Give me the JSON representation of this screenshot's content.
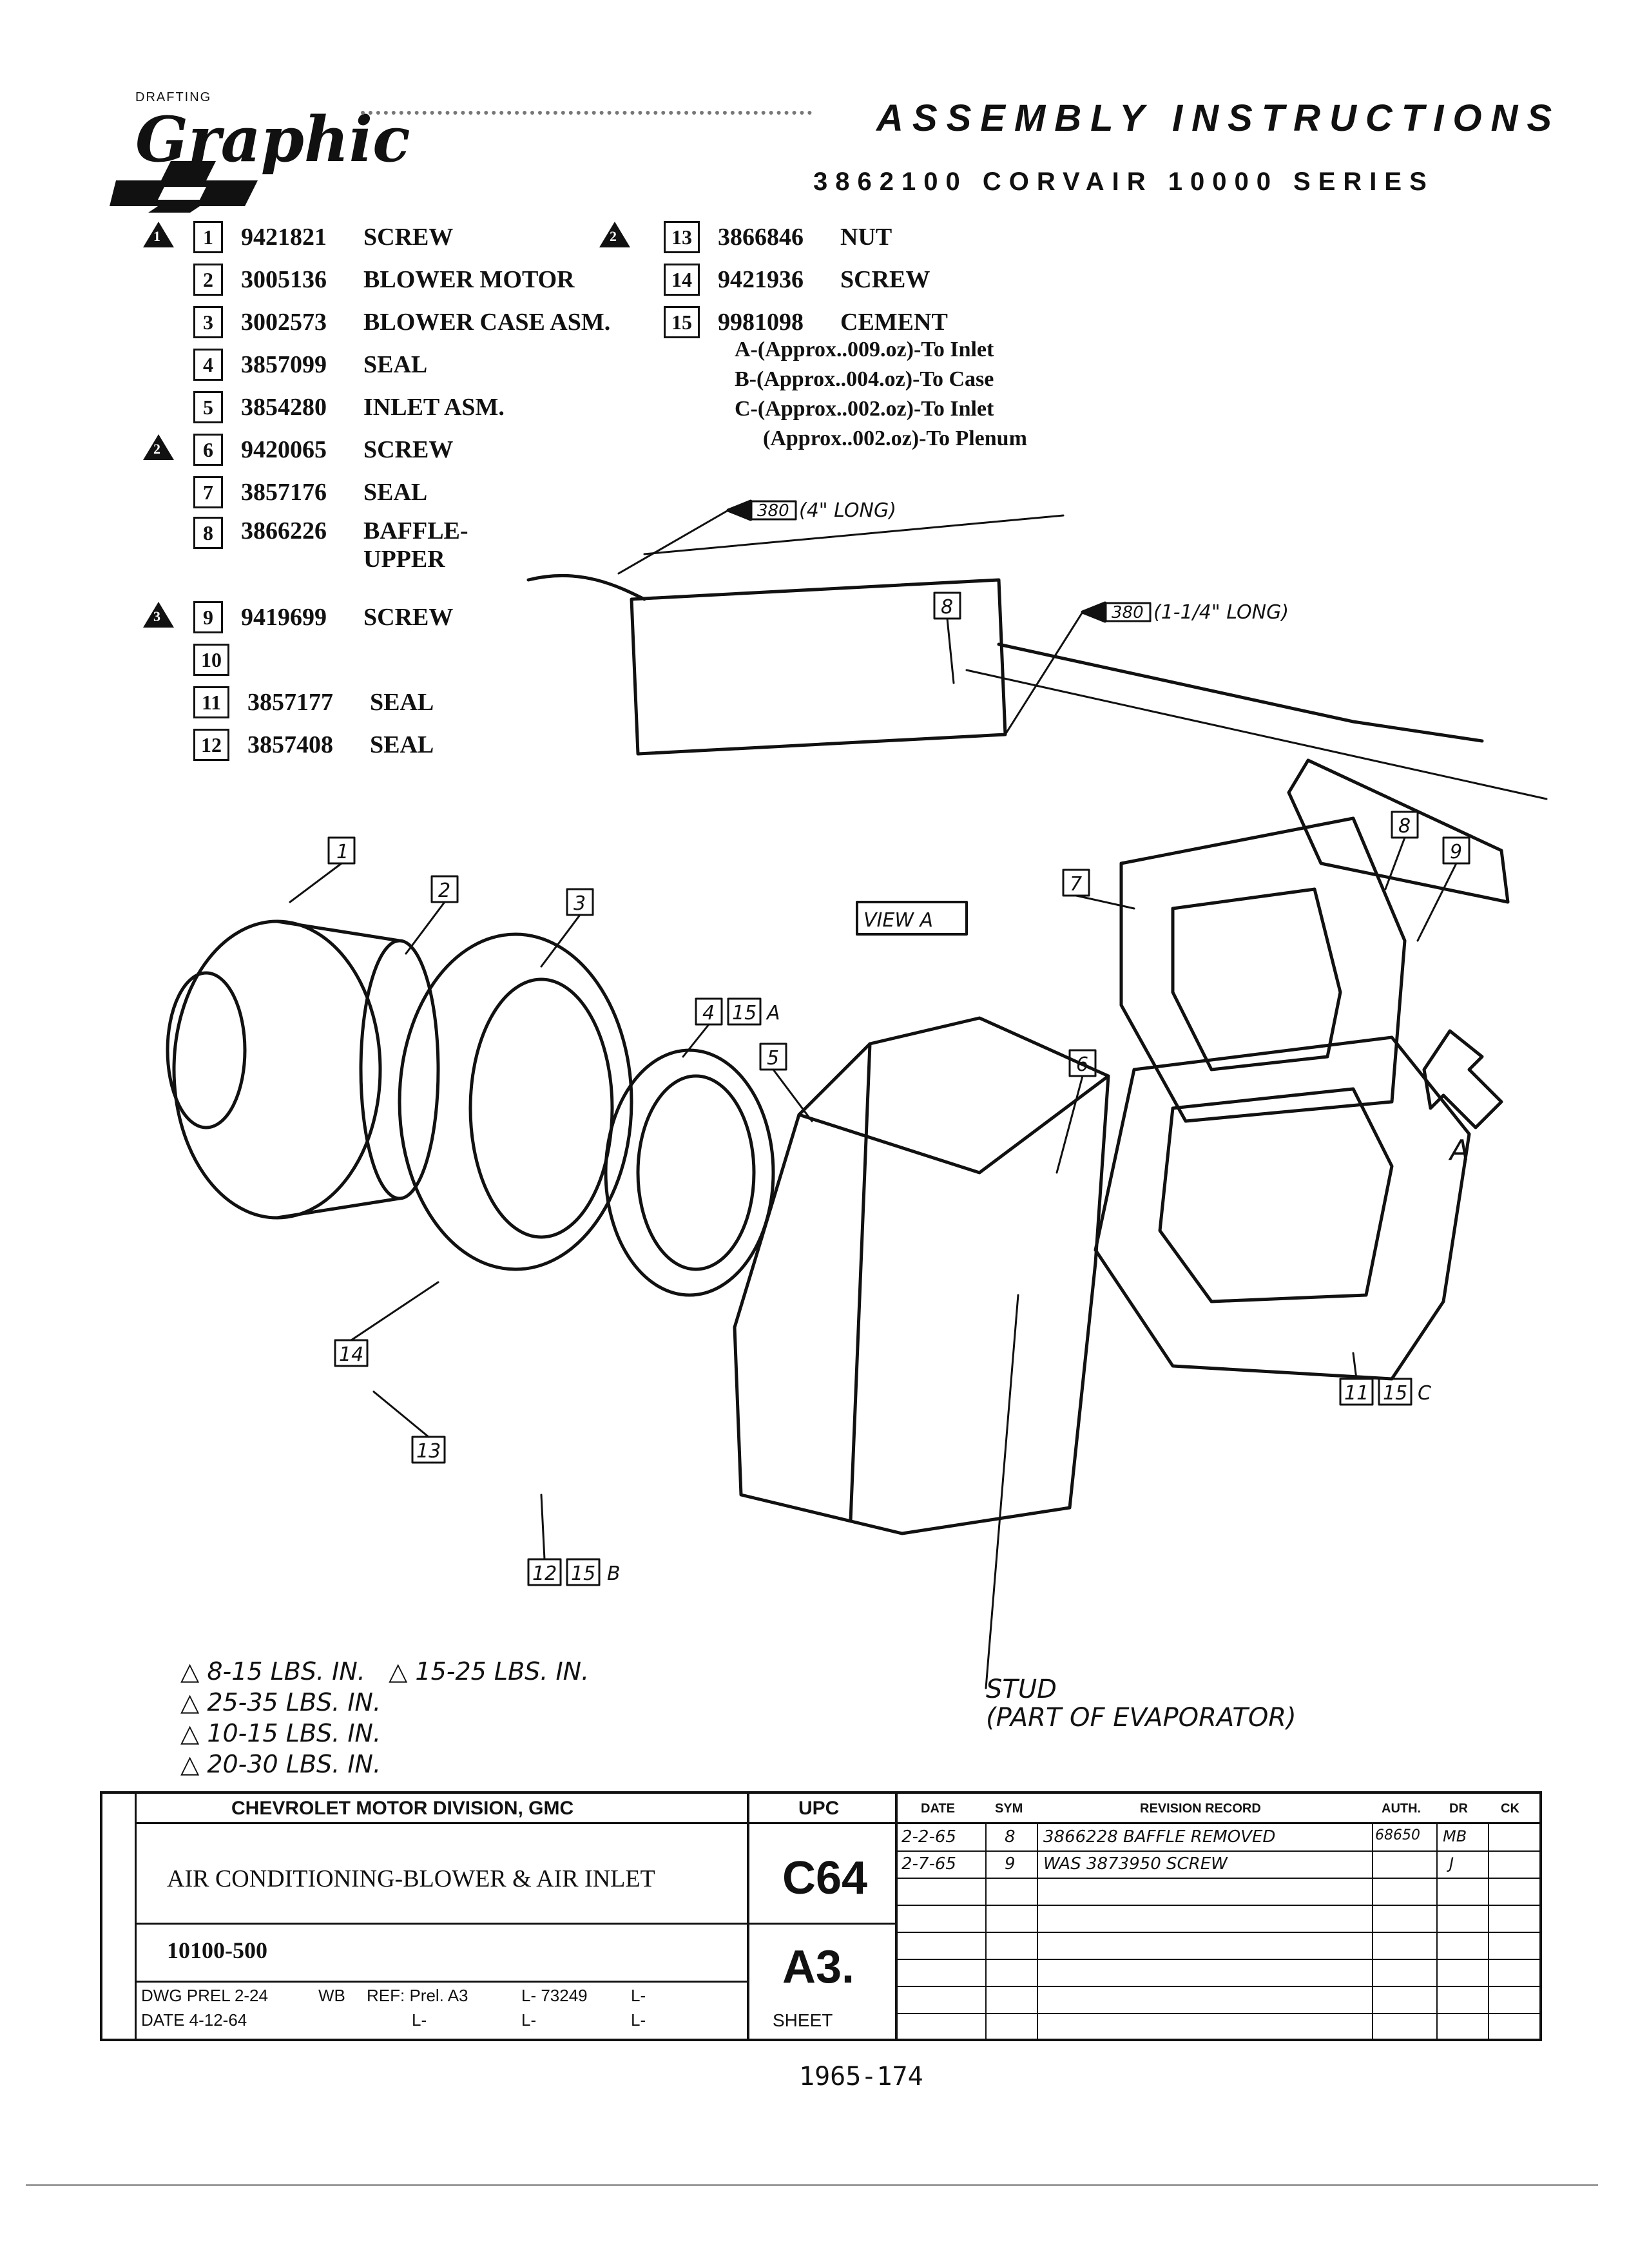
{
  "header": {
    "logo_small": "DRAFTING",
    "logo_word": "Graphic",
    "title": "ASSEMBLY INSTRUCTIONS",
    "subtitle": "3862100     CORVAIR 10000 SERIES"
  },
  "parts": [
    {
      "num": "1",
      "pn": "9421821",
      "name": "SCREW",
      "torque": "1"
    },
    {
      "num": "2",
      "pn": "3005136",
      "name": "BLOWER MOTOR",
      "torque": ""
    },
    {
      "num": "3",
      "pn": "3002573",
      "name": "BLOWER CASE ASM.",
      "torque": ""
    },
    {
      "num": "4",
      "pn": "3857099",
      "name": "SEAL",
      "torque": ""
    },
    {
      "num": "5",
      "pn": "3854280",
      "name": "INLET ASM.",
      "torque": ""
    },
    {
      "num": "6",
      "pn": "9420065",
      "name": "SCREW",
      "torque": "2"
    },
    {
      "num": "7",
      "pn": "3857176",
      "name": "SEAL",
      "torque": ""
    },
    {
      "num": "8",
      "pn": "3866226",
      "name": "BAFFLE-\nUPPER",
      "torque": ""
    },
    {
      "num": "9",
      "pn": "9419699",
      "name": "SCREW",
      "torque": "3"
    },
    {
      "num": "10",
      "pn": "",
      "name": "",
      "torque": ""
    },
    {
      "num": "11",
      "pn": "3857177",
      "name": "SEAL",
      "torque": ""
    },
    {
      "num": "12",
      "pn": "3857408",
      "name": "SEAL",
      "torque": ""
    }
  ],
  "parts_right": [
    {
      "num": "13",
      "pn": "3866846",
      "name": "NUT",
      "torque": "2"
    },
    {
      "num": "14",
      "pn": "9421936",
      "name": "SCREW",
      "torque": ""
    },
    {
      "num": "15",
      "pn": "9981098",
      "name": "CEMENT",
      "torque": ""
    }
  ],
  "cement_notes": [
    "A-(Approx..009.oz)-To Inlet",
    "B-(Approx..004.oz)-To Case",
    "C-(Approx..002.oz)-To Inlet",
    "(Approx..002.oz)-To Plenum"
  ],
  "drawing": {
    "callout_380_4": "380",
    "callout_4_long": "(4\" LONG)",
    "callout_380_114": "380",
    "callout_114_long": "(1-1/4\" LONG)",
    "view_a": "VIEW A",
    "arrow_a": "A",
    "labels": [
      "1",
      "2",
      "3",
      "4",
      "15",
      "A",
      "5",
      "6",
      "7",
      "8",
      "8",
      "9",
      "14",
      "13",
      "12",
      "15",
      "B",
      "11",
      "15",
      "C"
    ]
  },
  "torque_notes": [
    "8-15 LBS. IN.",
    "15-25 LBS. IN.",
    "25-35 LBS. IN.",
    "10-15 LBS. IN.",
    "20-30 LBS. IN."
  ],
  "stud_note": [
    "STUD",
    "(PART OF EVAPORATOR)"
  ],
  "title_block": {
    "division": "CHEVROLET MOTOR DIVISION, GMC",
    "upc_label": "UPC",
    "date_label": "DATE",
    "sym_label": "SYM",
    "revision_label": "REVISION RECORD",
    "auth_label": "AUTH.",
    "dr_label": "DR",
    "ck_label": "CK",
    "title": "AIR CONDITIONING-BLOWER & AIR INLET",
    "upc": "C64",
    "group": "10100-500",
    "sheet_code": "A3.",
    "sheet_label": "SHEET",
    "dwg": "DWG PREL 2-24",
    "dwg_by": "WB",
    "date": "DATE 4-12-64",
    "ref": "REF: Prel. A3",
    "ref_l1": "L- 73249",
    "ref_l2": "L-",
    "ref_l3": "L-",
    "ref_l4": "L-",
    "ref_l5": "L-",
    "revisions": [
      {
        "date": "2-2-65",
        "sym": "8",
        "record": "3866228 BAFFLE REMOVED",
        "auth": "68650",
        "dr": "MB"
      },
      {
        "date": "2-7-65",
        "sym": "9",
        "record": "WAS 3873950 SCREW",
        "auth": "",
        "dr": "J"
      }
    ]
  },
  "footer": "1965-174"
}
